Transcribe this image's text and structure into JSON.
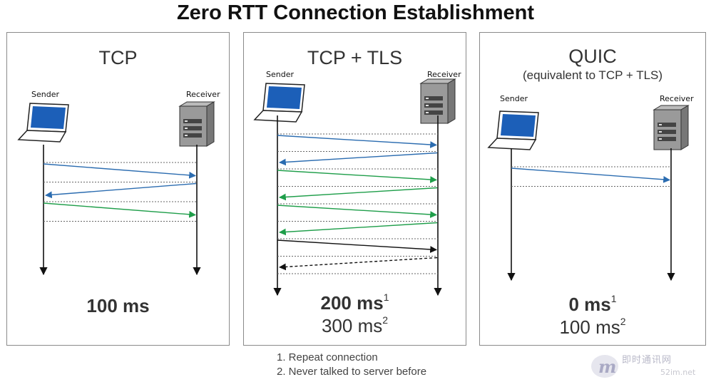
{
  "title": "Zero RTT Connection Establishment",
  "colors": {
    "blue": "#2b6cb0",
    "green": "#1f9e4a",
    "black": "#111111",
    "dotted": "#666666",
    "panel_border": "#8a8a8a"
  },
  "panels": [
    {
      "title": "TCP",
      "subtitle": "",
      "sender_label": "Sender",
      "receiver_label": "Receiver",
      "time_main": "100 ms",
      "time_main_sup": "",
      "time_sub": "",
      "time_sub_sup": "",
      "messages": [
        {
          "dir": "to_receiver",
          "color": "blue",
          "style": "solid"
        },
        {
          "dir": "to_sender",
          "color": "blue",
          "style": "solid"
        },
        {
          "dir": "to_receiver",
          "color": "green",
          "style": "solid"
        }
      ]
    },
    {
      "title": "TCP + TLS",
      "subtitle": "",
      "sender_label": "Sender",
      "receiver_label": "Receiver",
      "time_main": "200 ms",
      "time_main_sup": "1",
      "time_sub": "300 ms",
      "time_sub_sup": "2",
      "messages": [
        {
          "dir": "to_receiver",
          "color": "blue",
          "style": "solid"
        },
        {
          "dir": "to_sender",
          "color": "blue",
          "style": "solid"
        },
        {
          "dir": "to_receiver",
          "color": "green",
          "style": "solid"
        },
        {
          "dir": "to_sender",
          "color": "green",
          "style": "solid"
        },
        {
          "dir": "to_receiver",
          "color": "green",
          "style": "solid"
        },
        {
          "dir": "to_sender",
          "color": "green",
          "style": "solid"
        },
        {
          "dir": "to_receiver",
          "color": "black",
          "style": "solid"
        },
        {
          "dir": "to_sender",
          "color": "black",
          "style": "dashed"
        }
      ]
    },
    {
      "title": "QUIC",
      "subtitle": "(equivalent to TCP + TLS)",
      "sender_label": "Sender",
      "receiver_label": "Receiver",
      "time_main": "0 ms",
      "time_main_sup": "1",
      "time_sub": "100 ms",
      "time_sub_sup": "2",
      "messages": [
        {
          "dir": "to_receiver",
          "color": "blue",
          "style": "solid"
        }
      ]
    }
  ],
  "footnotes": [
    "1. Repeat connection",
    "2. Never talked to server before"
  ],
  "watermark": {
    "text": "即时通讯网",
    "url": "52im.net"
  }
}
